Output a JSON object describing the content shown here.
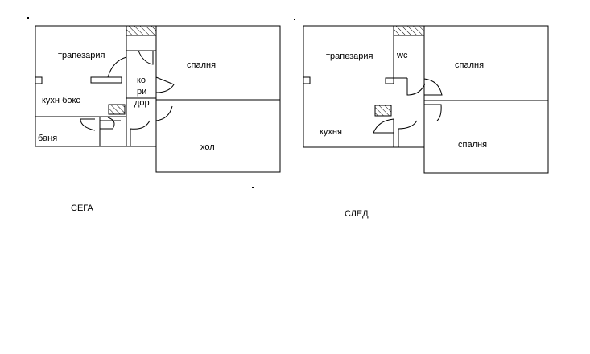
{
  "plans": [
    {
      "caption": "СЕГА",
      "rooms": {
        "dining": "трапезария",
        "bedroom": "спалня",
        "kitchen_box": "кухн бокс",
        "bathroom": "баня",
        "corridor_1": "ко",
        "corridor_2": "ри",
        "corridor_3": "дор",
        "living": "хол"
      }
    },
    {
      "caption": "СЛЕД",
      "rooms": {
        "dining": "трапезария",
        "wc": "wc",
        "bedroom_1": "спалня",
        "kitchen": "кухня",
        "bedroom_2": "спалня"
      }
    }
  ],
  "colors": {
    "line": "#000000",
    "background": "#ffffff"
  }
}
